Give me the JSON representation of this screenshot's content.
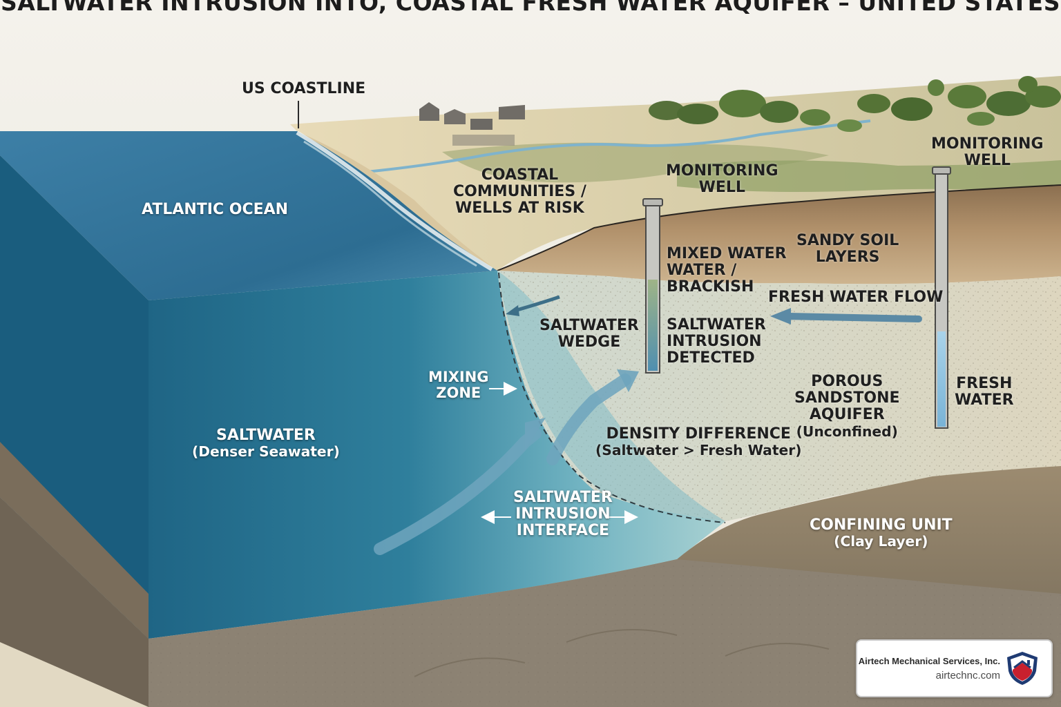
{
  "title": "SALTWATER INTRUSION INTO, COASTAL FRESH WATER AQUIFER – UNITED STATES",
  "labels": {
    "us_coastline": "US COASTLINE",
    "atlantic_ocean": "ATLANTIC OCEAN",
    "coastal_communities": [
      "COASTAL",
      "COMMUNITIES /",
      "WELLS AT RISK"
    ],
    "monitoring_well_1": [
      "MONITORING",
      "WELL"
    ],
    "monitoring_well_2": [
      "MONITORING",
      "WELL"
    ],
    "sandy_soil": [
      "SANDY SOIL",
      "LAYERS"
    ],
    "mixed_water": [
      "MIXED WATER",
      "WATER /",
      "BRACKISH"
    ],
    "fresh_water_flow": "FRESH WATER FLOW",
    "saltwater_wedge": [
      "SALTWATER",
      "WEDGE"
    ],
    "intrusion_detected": [
      "SALTWATER",
      "INTRUSION",
      "DETECTED"
    ],
    "mixing_zone": [
      "MIXING",
      "ZONE"
    ],
    "porous_aquifer": [
      "POROUS",
      "SANDSTONE",
      "AQUIFER"
    ],
    "porous_aquifer_sub": "(Unconfined)",
    "fresh_water": [
      "FRESH",
      "WATER"
    ],
    "saltwater": "SALTWATER",
    "saltwater_sub": "(Denser Seawater)",
    "density_difference": "DENSITY DIFFERENCE",
    "density_difference_sub": "(Saltwater > Fresh Water)",
    "intrusion_interface": [
      "SALTWATER",
      "INTRUSION",
      "INTERFACE"
    ],
    "confining_unit": "CONFINING UNIT",
    "confining_unit_sub": "(Clay Layer)"
  },
  "badge": {
    "company": "Airtech Mechanical Services, Inc.",
    "website": "airtechnc.com"
  },
  "colors": {
    "ocean_surface": "#2f6f94",
    "ocean_deep": "#1b5875",
    "saltwater_wedge": "#6fb3c0",
    "aquifer_sand": "#d9d3bd",
    "soil_brown": "#9a7f5e",
    "bedrock": "#8f8677",
    "beach": "#e6d7b2",
    "vegetation": "#5e7f3c",
    "badge_navy": "#1f3b73",
    "badge_red": "#c8202e"
  }
}
